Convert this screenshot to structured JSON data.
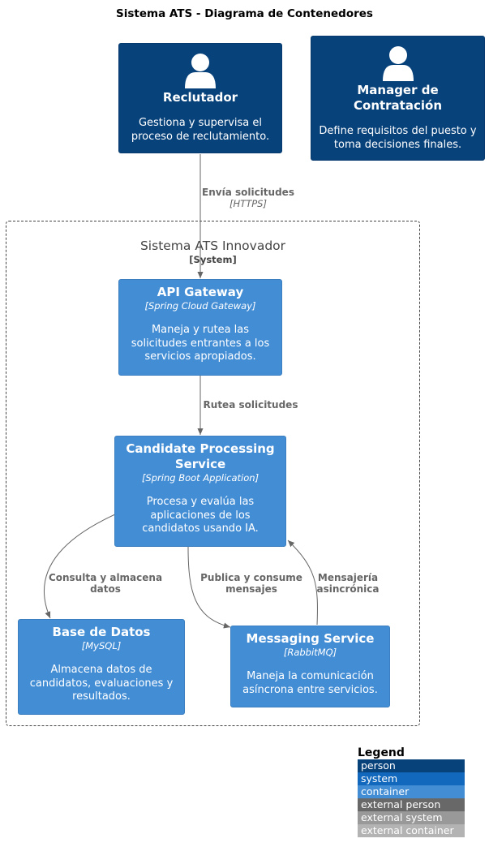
{
  "title": "Sistema ATS - Diagrama de Contenedores",
  "persons": {
    "reclutador": {
      "name": "Reclutador",
      "description": "Gestiona y supervisa el proceso de reclutamiento."
    },
    "manager": {
      "name": "Manager de Contratación",
      "description": "Define requisitos del puesto y toma decisiones finales."
    }
  },
  "boundary": {
    "name": "Sistema ATS Innovador",
    "type": "[System]"
  },
  "containers": {
    "api_gateway": {
      "name": "API Gateway",
      "tech": "[Spring Cloud Gateway]",
      "description": "Maneja y rutea las solicitudes entrantes a los servicios apropiados."
    },
    "candidate_service": {
      "name": "Candidate Processing Service",
      "tech": "[Spring Boot Application]",
      "description": "Procesa y evalúa las aplicaciones de los candidatos usando IA."
    },
    "database": {
      "name": "Base de Datos",
      "tech": "[MySQL]",
      "description": "Almacena datos de candidatos, evaluaciones y resultados."
    },
    "messaging": {
      "name": "Messaging Service",
      "tech": "[RabbitMQ]",
      "description": "Maneja la comunicación asíncrona entre servicios."
    }
  },
  "relations": {
    "envia": {
      "label": "Envía solicitudes",
      "tech": "[HTTPS]"
    },
    "rutea": {
      "label": "Rutea solicitudes"
    },
    "consulta": {
      "label": "Consulta y almacena datos"
    },
    "publica": {
      "label": "Publica y consume mensajes"
    },
    "mensajeria": {
      "label": "Mensajería asincrónica"
    }
  },
  "legend": {
    "title": "Legend",
    "items": [
      {
        "label": "person",
        "color": "#08427b"
      },
      {
        "label": "system",
        "color": "#1168bd"
      },
      {
        "label": "container",
        "color": "#438dd5"
      },
      {
        "label": "external person",
        "color": "#686868"
      },
      {
        "label": "external system",
        "color": "#999999"
      },
      {
        "label": "external container",
        "color": "#b3b3b3"
      }
    ]
  },
  "colors": {
    "person": "#08427b",
    "container": "#438dd5",
    "edge": "#666666"
  }
}
